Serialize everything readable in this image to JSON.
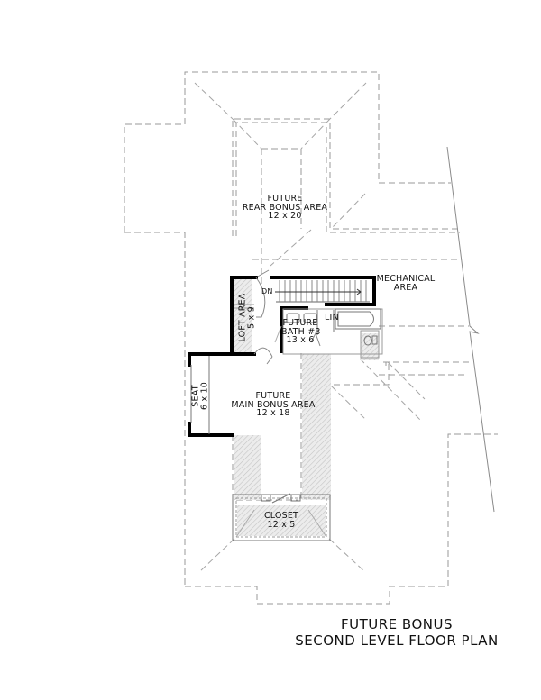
{
  "plan": {
    "type": "floor-plan",
    "title_line1": "FUTURE BONUS",
    "title_line2": "SECOND LEVEL FLOOR PLAN",
    "colors": {
      "wall": "#000000",
      "dashed": "#999999",
      "hatch": "#d8d8d8",
      "background": "#ffffff"
    }
  },
  "rooms": {
    "rear_bonus": {
      "line1": "FUTURE",
      "line2": "REAR BONUS AREA",
      "size": "12 x 20"
    },
    "loft": {
      "line1": "LOFT AREA",
      "size": "5 x 9"
    },
    "bath": {
      "line1": "FUTURE",
      "line2": "BATH #3",
      "size": "13 x 6"
    },
    "linen": {
      "label": "LIN"
    },
    "mechanical": {
      "line1": "MECHANICAL",
      "line2": "AREA"
    },
    "seat": {
      "line1": "SEAT",
      "size": "6 x 10"
    },
    "main_bonus": {
      "line1": "FUTURE",
      "line2": "MAIN BONUS AREA",
      "size": "12 x 18"
    },
    "closet": {
      "line1": "CLOSET",
      "size": "12 x 5"
    }
  },
  "stairs": {
    "label": "DN"
  }
}
